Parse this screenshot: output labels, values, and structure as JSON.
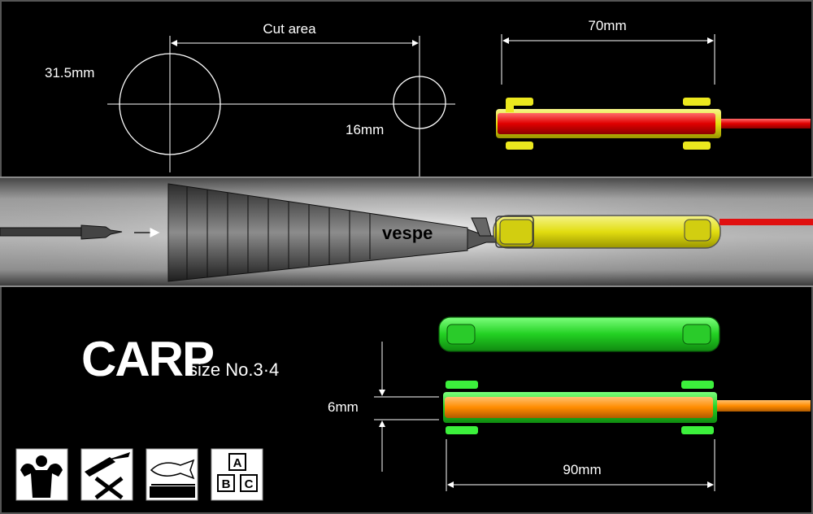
{
  "dimensions": {
    "cut_area": "Cut area",
    "large_diameter": "31.5mm",
    "small_diameter": "16mm",
    "top_length": "70mm",
    "thickness": "6mm",
    "bottom_length": "90mm"
  },
  "product": {
    "brand": "vespe",
    "title": "CARP",
    "subtitle": "size No.3·4"
  },
  "icons": {
    "strength": "muscle-man-icon",
    "no_cutting": "no-cutting-icon",
    "fish": "fish-icon",
    "abc": "abc-blocks-icon",
    "abc_letters": [
      "A",
      "B",
      "C"
    ]
  },
  "colors": {
    "background": "#000000",
    "tube": "#d9d9d9",
    "yellow_float": "#e6e21a",
    "red_line": "#e01010",
    "green_float": "#2ee02e",
    "orange_line": "#ff8c00"
  }
}
